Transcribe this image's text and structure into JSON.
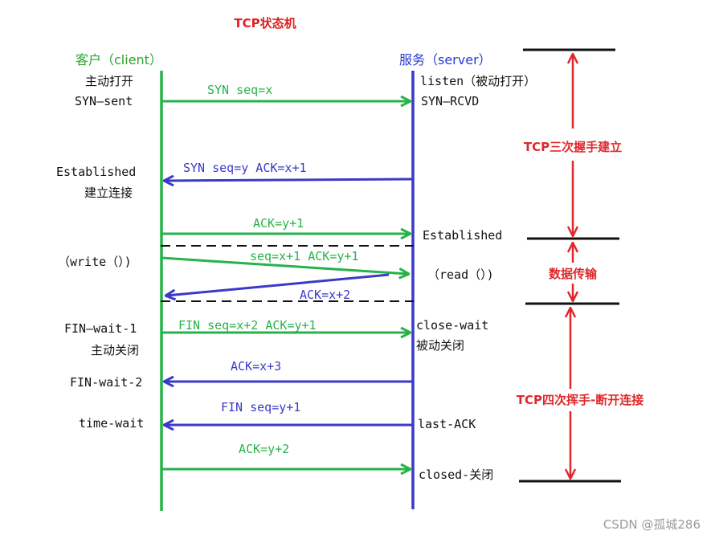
{
  "title": "TCP状态机",
  "client_header": "客户（client）",
  "server_header": "服务（server）",
  "client_states": [
    "主动打开",
    "SYN—sent",
    "Established",
    "建立连接",
    "（write（）)",
    "FIN—wait-1",
    "主动关闭",
    "FIN-wait-2",
    "time-wait"
  ],
  "server_states": [
    "listen（被动打开）",
    "SYN—RCVD",
    "Established",
    "（read（）)",
    "close-wait",
    "被动关闭",
    "last-ACK",
    "closed-关闭"
  ],
  "messages": [
    {
      "label": "SYN seq=x",
      "dir": "c2s",
      "color": "green"
    },
    {
      "label": "SYN seq=y ACK=x+1",
      "dir": "s2c",
      "color": "blue"
    },
    {
      "label": "ACK=y+1",
      "dir": "c2s",
      "color": "green"
    },
    {
      "label": "seq=x+1 ACK=y+1",
      "dir": "c2s",
      "color": "green"
    },
    {
      "label": "ACK=x+2",
      "dir": "s2c",
      "color": "blue"
    },
    {
      "label": "FIN seq=x+2 ACK=y+1",
      "dir": "c2s",
      "color": "green"
    },
    {
      "label": "ACK=x+3",
      "dir": "s2c",
      "color": "blue"
    },
    {
      "label": "FIN seq=y+1",
      "dir": "s2c",
      "color": "blue"
    },
    {
      "label": "ACK=y+2",
      "dir": "c2s",
      "color": "green"
    }
  ],
  "phases": [
    {
      "label": "TCP三次握手建立"
    },
    {
      "label": "数据传输"
    },
    {
      "label": "TCP四次挥手-断开连接"
    }
  ],
  "watermark": "CSDN @孤城286",
  "colors": {
    "title": "#e02020",
    "header_client": "#2aa52a",
    "header_server": "#2a3ad0",
    "green": "#27b24a",
    "blue": "#3a3ac8",
    "red": "#e0282c",
    "black": "#111111"
  }
}
